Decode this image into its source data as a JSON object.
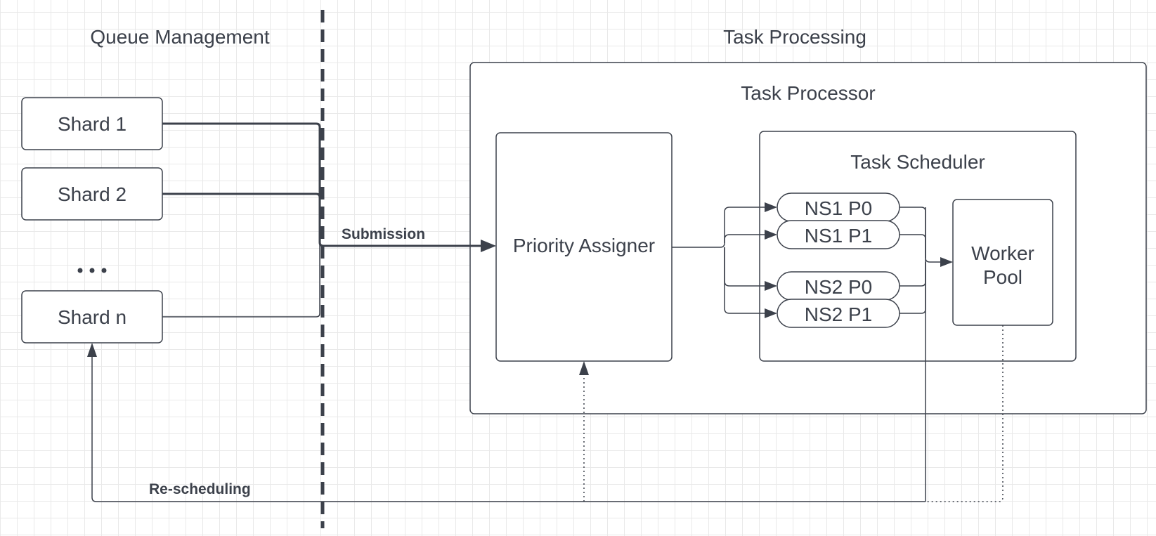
{
  "sections": {
    "left": "Queue Management",
    "right": "Task Processing"
  },
  "containers": {
    "task_processor": "Task Processor",
    "task_scheduler": "Task Scheduler"
  },
  "shards": [
    "Shard 1",
    "Shard 2",
    "Shard n"
  ],
  "ellipsis": "•••",
  "priority_assigner": "Priority Assigner",
  "queues": [
    "NS1 P0",
    "NS1 P1",
    "NS2 P0",
    "NS2 P1"
  ],
  "worker_pool": {
    "line1": "Worker",
    "line2": "Pool"
  },
  "edges": {
    "submission": "Submission",
    "rescheduling": "Re-scheduling"
  },
  "colors": {
    "stroke": "#3c414b",
    "grid": "#e9e9e9",
    "background": "#ffffff"
  }
}
